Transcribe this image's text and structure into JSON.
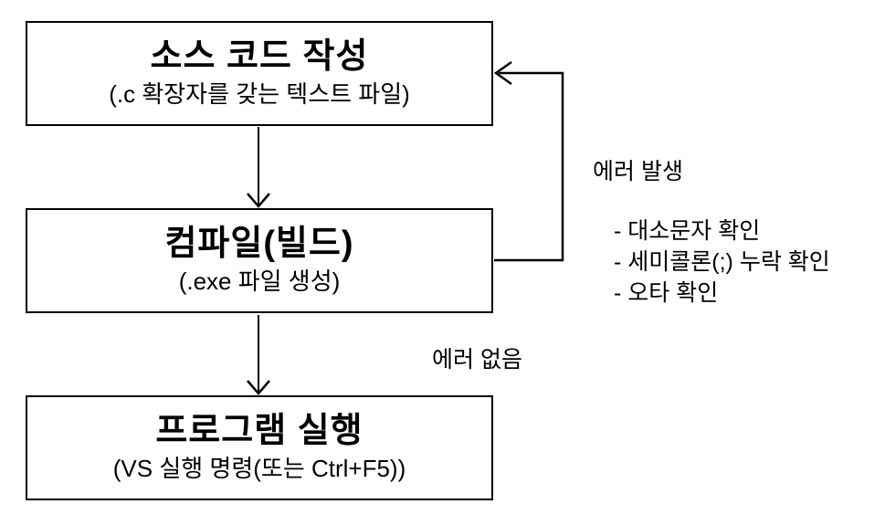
{
  "flowchart": {
    "nodes": [
      {
        "id": "write-source",
        "title": "소스 코드 작성",
        "subtitle": "(.c 확장자를 갖는 텍스트 파일)"
      },
      {
        "id": "compile-build",
        "title": "컴파일(빌드)",
        "subtitle": "(.exe 파일 생성)"
      },
      {
        "id": "run-program",
        "title": "프로그램 실행",
        "subtitle": "(VS 실행 명령(또는 Ctrl+F5))"
      }
    ],
    "edge_labels": {
      "error_occurred": "에러 발생",
      "no_error": "에러 없음"
    },
    "error_checklist": [
      "- 대소문자 확인",
      "- 세미콜론(;) 누락 확인",
      "- 오타 확인"
    ],
    "colors": {
      "line": "#000000",
      "background": "#ffffff",
      "text": "#000000"
    }
  }
}
